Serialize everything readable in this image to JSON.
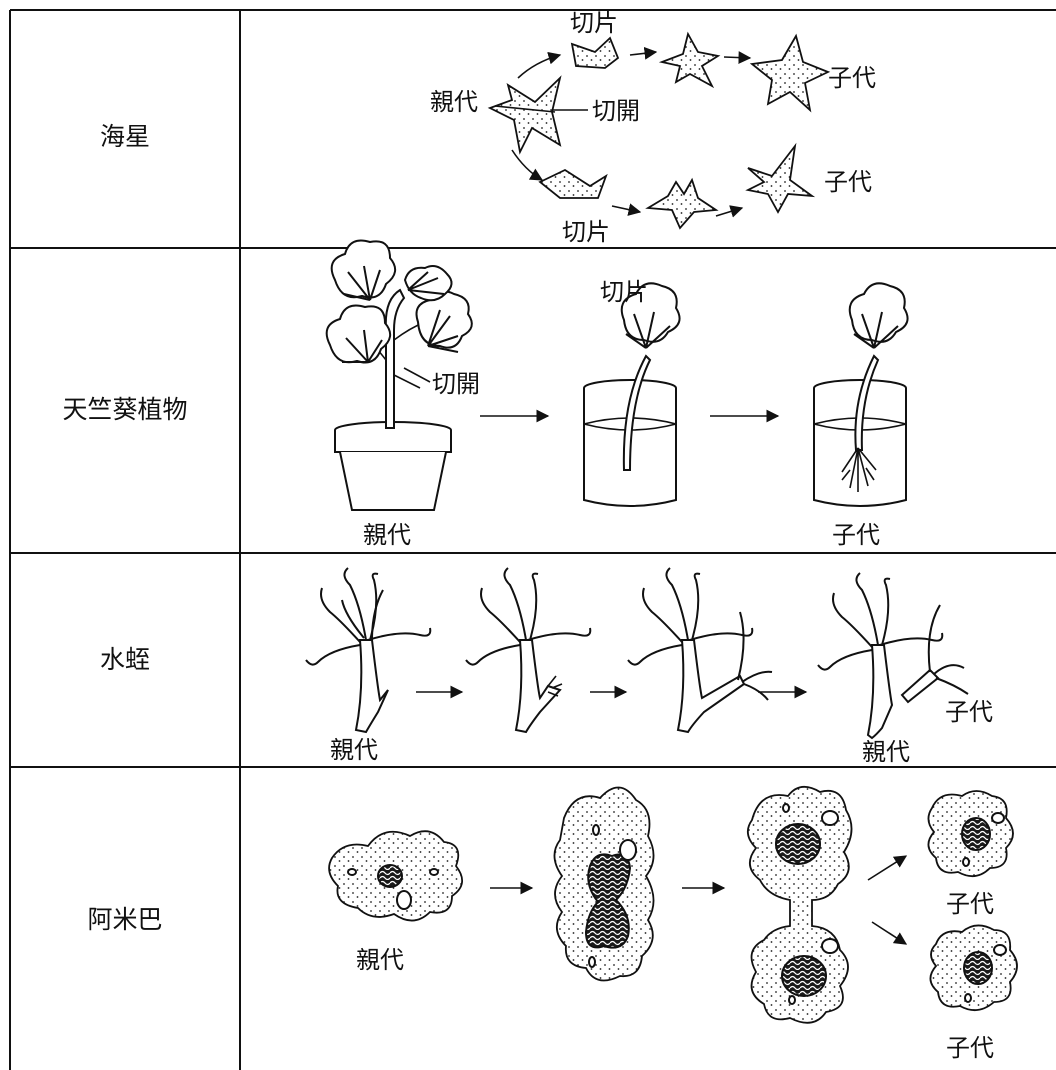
{
  "organisms": [
    {
      "name": "海星",
      "labels": {
        "parent": "親代",
        "cut": "切開",
        "piece_top": "切片",
        "piece_bottom": "切片",
        "offspring_top": "子代",
        "offspring_bottom": "子代"
      }
    },
    {
      "name": "天竺葵植物",
      "labels": {
        "cut": "切開",
        "piece": "切片",
        "parent": "親代",
        "offspring": "子代"
      }
    },
    {
      "name": "水蛭",
      "labels": {
        "parent": "親代",
        "offspring": "子代",
        "parent_final": "親代"
      }
    },
    {
      "name": "阿米巴",
      "labels": {
        "parent": "親代",
        "offspring_top": "子代",
        "offspring_bottom": "子代"
      }
    }
  ]
}
